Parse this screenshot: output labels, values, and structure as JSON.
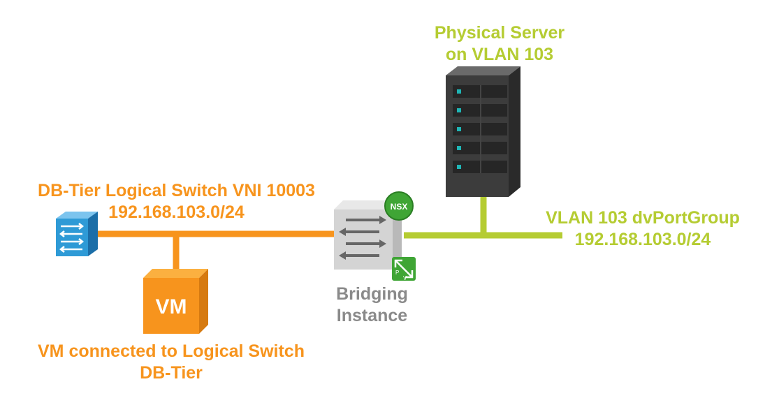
{
  "physical_server": {
    "label_line1": "Physical Server",
    "label_line2": "on VLAN 103"
  },
  "logical_switch": {
    "label_line1": "DB-Tier Logical Switch VNI 10003",
    "label_line2": "192.168.103.0/24"
  },
  "vlan_portgroup": {
    "label_line1": "VLAN 103 dvPortGroup",
    "label_line2": "192.168.103.0/24"
  },
  "bridging_instance": {
    "label_line1": "Bridging",
    "label_line2": "Instance",
    "nsx_badge": "NSX",
    "pv_badge_p": "P",
    "pv_badge_v": "V"
  },
  "vm": {
    "icon_text": "VM",
    "caption_line1": "VM connected to Logical Switch",
    "caption_line2": "DB-Tier"
  },
  "colors": {
    "orange": "#f7941d",
    "green": "#b5cc32",
    "gray_text": "#8a8a8a",
    "switch_blue": "#2e9ad6",
    "server_dark": "#333333",
    "led_teal": "#1fb5b5",
    "nsx_green": "#3fa535"
  }
}
